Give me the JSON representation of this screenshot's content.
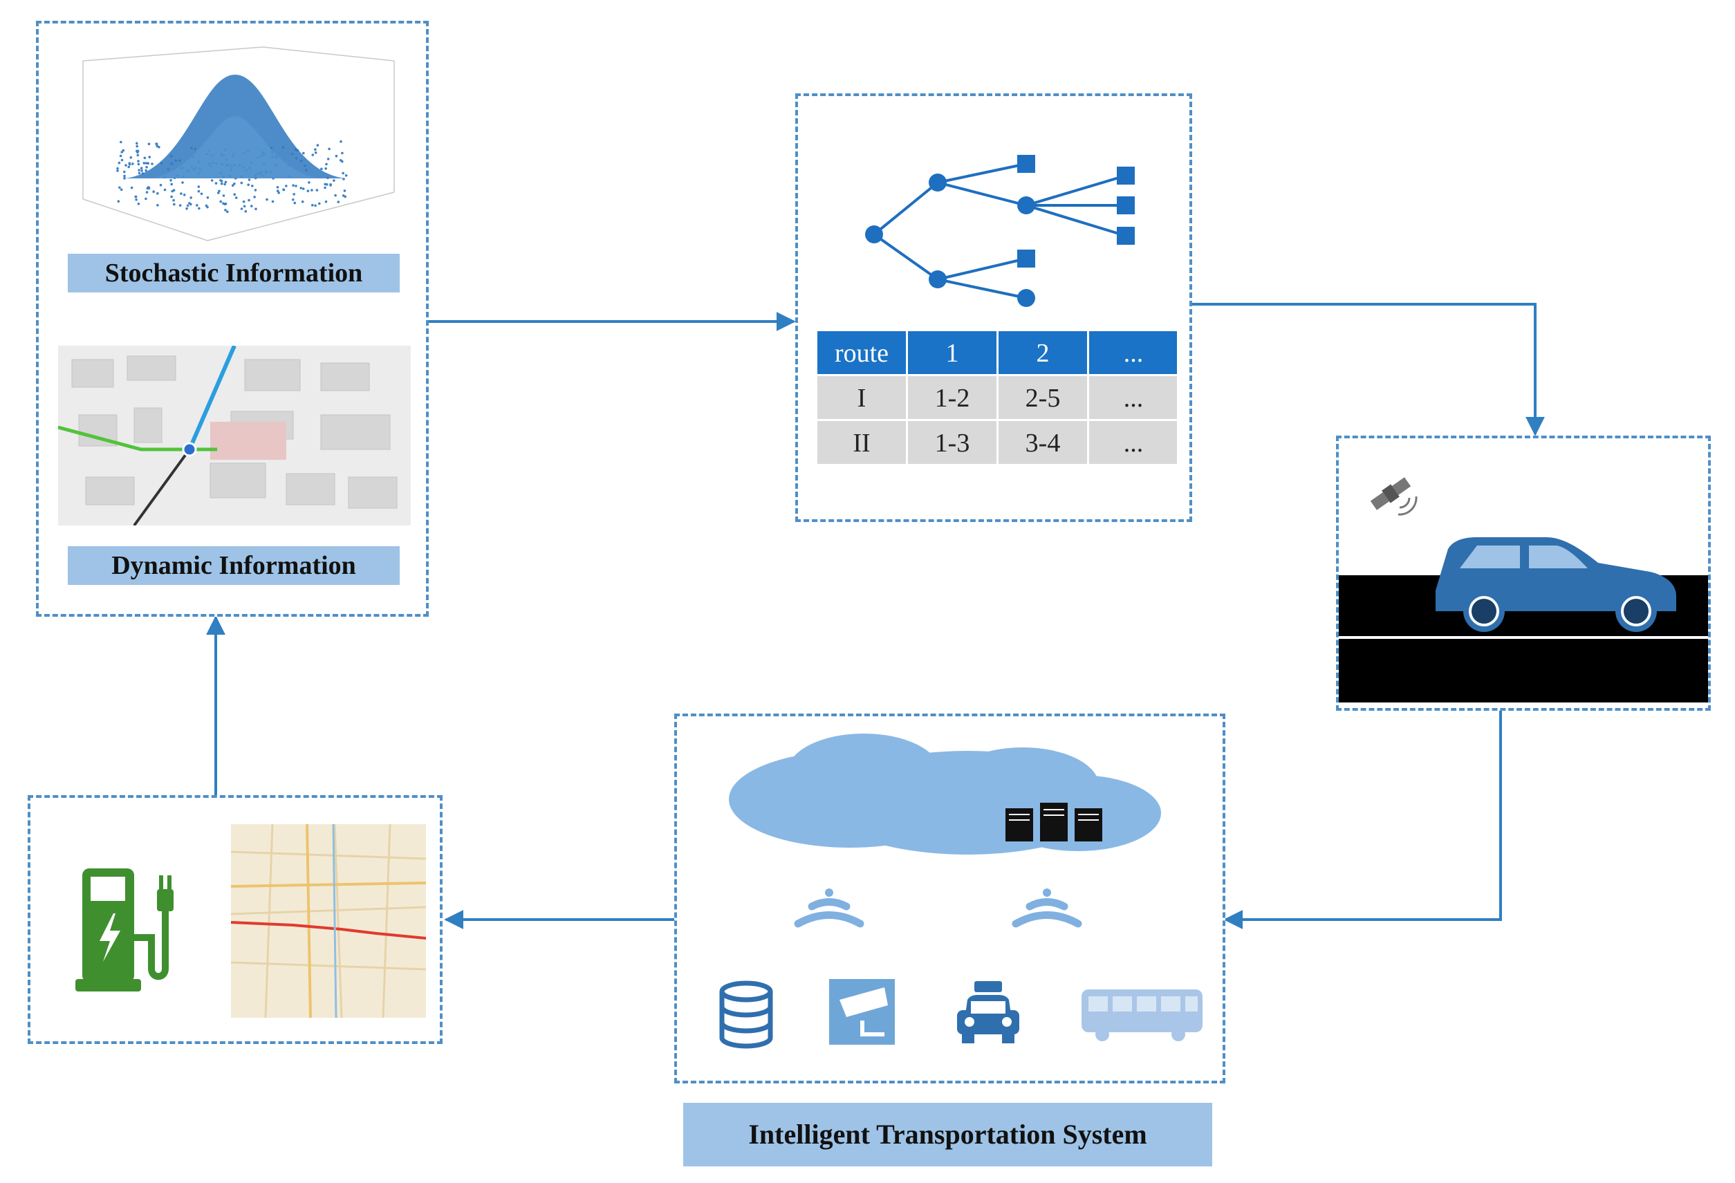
{
  "labels": {
    "stochastic": "Stochastic Information",
    "dynamic": "Dynamic Information",
    "its": "Intelligent Transportation System"
  },
  "route_table": {
    "header": [
      "route",
      "1",
      "2",
      "..."
    ],
    "rows": [
      [
        "I",
        "1-2",
        "2-5",
        "..."
      ],
      [
        "II",
        "1-3",
        "3-4",
        "..."
      ]
    ]
  },
  "colors": {
    "frame": "#4f8fc6",
    "arrow": "#2f7fc1",
    "label_bg": "#9ec3e6",
    "node": "#1e6fbf",
    "charger": "#3f8f2f",
    "table_header": "#1a73c6",
    "table_body": "#d9d9d9"
  },
  "icons": [
    "gaussian-surface-plot",
    "street-map-navigation",
    "route-tree-graph",
    "satellite-icon",
    "car-icon",
    "cloud-icon",
    "server-icon",
    "wifi-signal-icon",
    "database-icon",
    "camera-icon",
    "taxi-icon",
    "bus-icon",
    "charging-station-icon",
    "city-map"
  ]
}
